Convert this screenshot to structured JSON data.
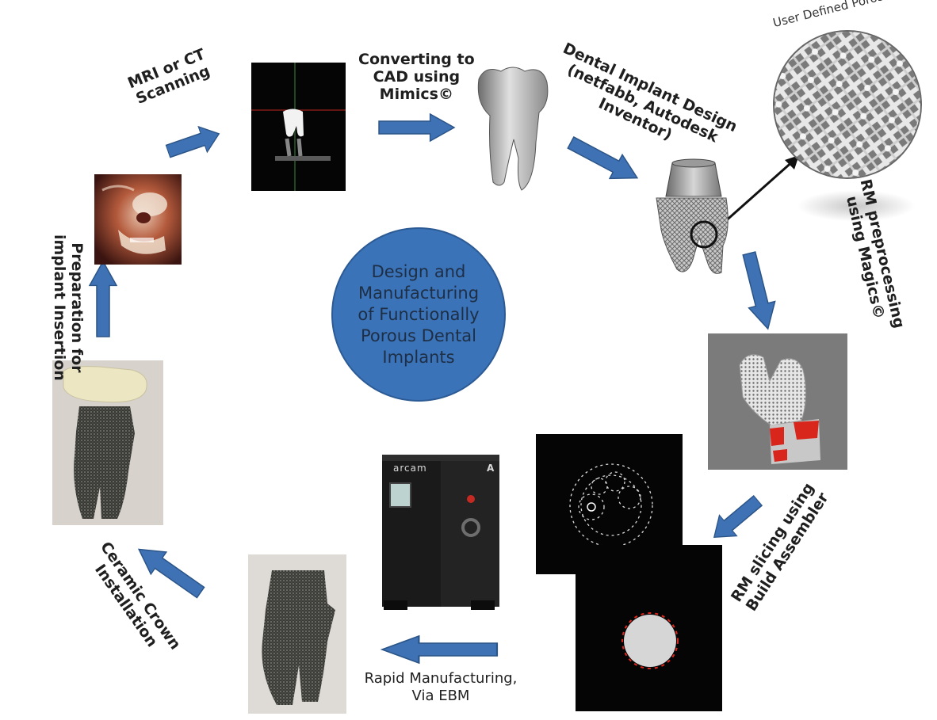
{
  "center": {
    "lines": [
      "Design and",
      "Manufacturing",
      "of Functionally",
      "Porous Dental",
      "Implants"
    ]
  },
  "steps": {
    "scanning": {
      "line1": "MRI or CT",
      "line2": "Scanning"
    },
    "cad": {
      "line1": "Converting to",
      "line2": "CAD using",
      "line3": "Mimics©"
    },
    "design": {
      "line1": "Dental Implant Design",
      "line2": "(netfabb, Autodesk",
      "line3": "Inventor)"
    },
    "porosity": {
      "label": "User Defined Porosity"
    },
    "preprocessing": {
      "line1": "RM preprocessing",
      "line2": "using Magics©"
    },
    "slicing": {
      "line1": "RM slicing using",
      "line2": "Build Assembler"
    },
    "manufacturing": {
      "line1": "Rapid Manufacturing,",
      "line2": "Via EBM"
    },
    "crown": {
      "line1": "Ceramic Crown",
      "line2": "Installation"
    },
    "preparation": {
      "line1": "Preparation for",
      "line2": "implant  Insertion"
    }
  },
  "machine": {
    "brand": "arcam",
    "badge": "A"
  },
  "colors": {
    "arrow": "#3f72b5",
    "arrow_border": "#2b5487",
    "circle": "#3b73b9"
  }
}
